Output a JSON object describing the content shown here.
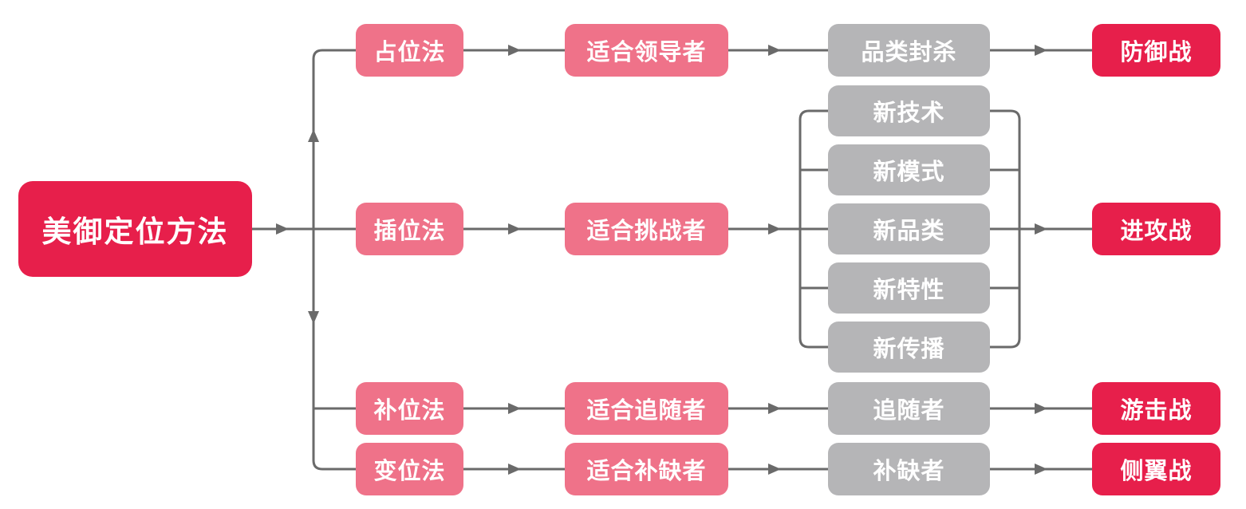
{
  "colors": {
    "accent_red": "#E71F4B",
    "pink": "#EF7289",
    "gray": "#B5B5B7",
    "connector": "#6A6A6A",
    "node_text": "#FFFFFF",
    "background": "#FFFFFF"
  },
  "nodes": {
    "main": {
      "label": "美御定位方法"
    },
    "method_occupy": {
      "label": "占位法"
    },
    "method_insert": {
      "label": "插位法"
    },
    "method_fill": {
      "label": "补位法"
    },
    "method_shift": {
      "label": "变位法"
    },
    "suit_leader": {
      "label": "适合领导者"
    },
    "suit_challenger": {
      "label": "适合挑战者"
    },
    "suit_follower": {
      "label": "适合追随者"
    },
    "suit_nicher": {
      "label": "适合补缺者"
    },
    "category_block": {
      "label": "品类封杀"
    },
    "new_technology": {
      "label": "新技术"
    },
    "new_model": {
      "label": "新模式"
    },
    "new_category": {
      "label": "新品类"
    },
    "new_feature": {
      "label": "新特性"
    },
    "new_spread": {
      "label": "新传播"
    },
    "follower": {
      "label": "追随者"
    },
    "nicher": {
      "label": "补缺者"
    },
    "war_defense": {
      "label": "防御战"
    },
    "war_offense": {
      "label": "进攻战"
    },
    "war_guerrilla": {
      "label": "游击战"
    },
    "war_flank": {
      "label": "侧翼战"
    }
  },
  "edges": [
    {
      "from": "美御定位方法",
      "to": "占位法"
    },
    {
      "from": "美御定位方法",
      "to": "插位法"
    },
    {
      "from": "美御定位方法",
      "to": "补位法"
    },
    {
      "from": "美御定位方法",
      "to": "变位法"
    },
    {
      "from": "占位法",
      "to": "适合领导者"
    },
    {
      "from": "适合领导者",
      "to": "品类封杀"
    },
    {
      "from": "品类封杀",
      "to": "防御战"
    },
    {
      "from": "插位法",
      "to": "适合挑战者"
    },
    {
      "from": "适合挑战者",
      "to": "新技术"
    },
    {
      "from": "适合挑战者",
      "to": "新模式"
    },
    {
      "from": "适合挑战者",
      "to": "新品类"
    },
    {
      "from": "适合挑战者",
      "to": "新特性"
    },
    {
      "from": "适合挑战者",
      "to": "新传播"
    },
    {
      "from": "新技术",
      "to": "进攻战"
    },
    {
      "from": "新模式",
      "to": "进攻战"
    },
    {
      "from": "新品类",
      "to": "进攻战"
    },
    {
      "from": "新特性",
      "to": "进攻战"
    },
    {
      "from": "新传播",
      "to": "进攻战"
    },
    {
      "from": "补位法",
      "to": "适合追随者"
    },
    {
      "from": "适合追随者",
      "to": "追随者"
    },
    {
      "from": "追随者",
      "to": "游击战"
    },
    {
      "from": "变位法",
      "to": "适合补缺者"
    },
    {
      "from": "适合补缺者",
      "to": "补缺者"
    },
    {
      "from": "补缺者",
      "to": "侧翼战"
    }
  ]
}
